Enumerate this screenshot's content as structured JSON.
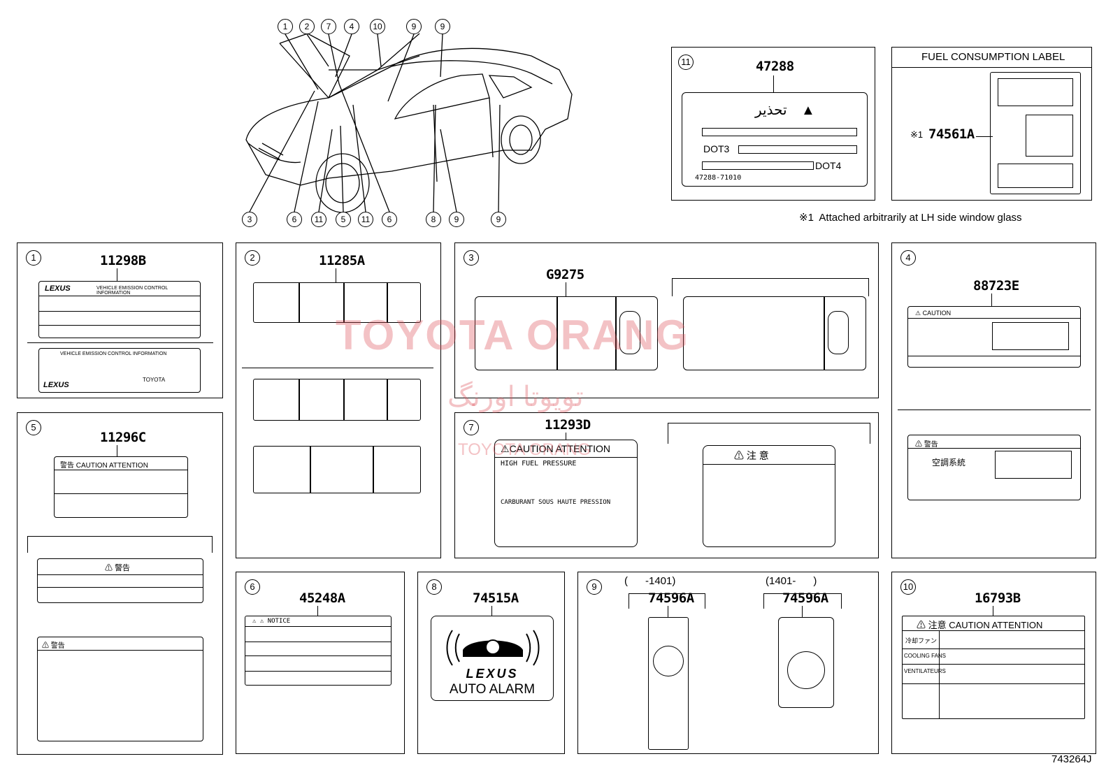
{
  "watermark": {
    "brand": "TOYOTA ORANG",
    "persian": "تویوتا اورنگ",
    "small": "TOYOTA ORANG"
  },
  "diagram_id": "743264J",
  "car_callouts_top": [
    "1",
    "2",
    "7",
    "4",
    "10",
    "9",
    "9"
  ],
  "car_callouts_bottom": [
    "3",
    "6",
    "11",
    "5",
    "11",
    "6",
    "8",
    "9",
    "9"
  ],
  "panel11": {
    "num": "11",
    "part": "47288",
    "warning_ar": "تحذير",
    "dot3": "DOT3",
    "dot4": "DOT4",
    "code": "47288-71010"
  },
  "fuel": {
    "title": "FUEL CONSUMPTION LABEL",
    "part": "74561A",
    "mark": "※1",
    "note": "※1  Attached arbitrarily at LH side window glass"
  },
  "panel1": {
    "num": "1",
    "part": "11298B",
    "lexus": "LEXUS",
    "info1": "VEHICLE EMISSION CONTROL INFORMATION",
    "info2": "VEHICLE EMISSION CONTROL INFORMATION",
    "toyota": "TOYOTA"
  },
  "panel2": {
    "num": "2",
    "part": "11285A"
  },
  "panel3": {
    "num": "3",
    "part": "G9275"
  },
  "panel4": {
    "num": "4",
    "part": "88723E",
    "caution": "CAUTION",
    "jp_warn": "警告",
    "jp_text": "空調系統"
  },
  "panel5": {
    "num": "5",
    "part": "11296C",
    "caution": "警告  CAUTION  ATTENTION",
    "jp": "警告",
    "zh": "警告"
  },
  "panel7": {
    "num": "7",
    "part": "11293D",
    "caution": "CAUTION  ATTENTION",
    "hfp": "HIGH FUEL PRESSURE",
    "fr": "CARBURANT SOUS HAUTE PRESSION",
    "jp": "注  意"
  },
  "panel6": {
    "num": "6",
    "part": "45248A",
    "notice": "NOTICE"
  },
  "panel8": {
    "num": "8",
    "part": "74515A",
    "lexus": "LEXUS",
    "alarm": "AUTO ALARM"
  },
  "panel9": {
    "num": "9",
    "range1": "(      -1401)",
    "part1": "74596A",
    "range2": "(1401-      )",
    "part2": "74596A"
  },
  "panel10": {
    "num": "10",
    "part": "16793B",
    "caution": "注意  CAUTION  ATTENTION",
    "r1": "冷却ファン",
    "r2": "COOLING FANS",
    "r3": "VENTILATEURS"
  }
}
